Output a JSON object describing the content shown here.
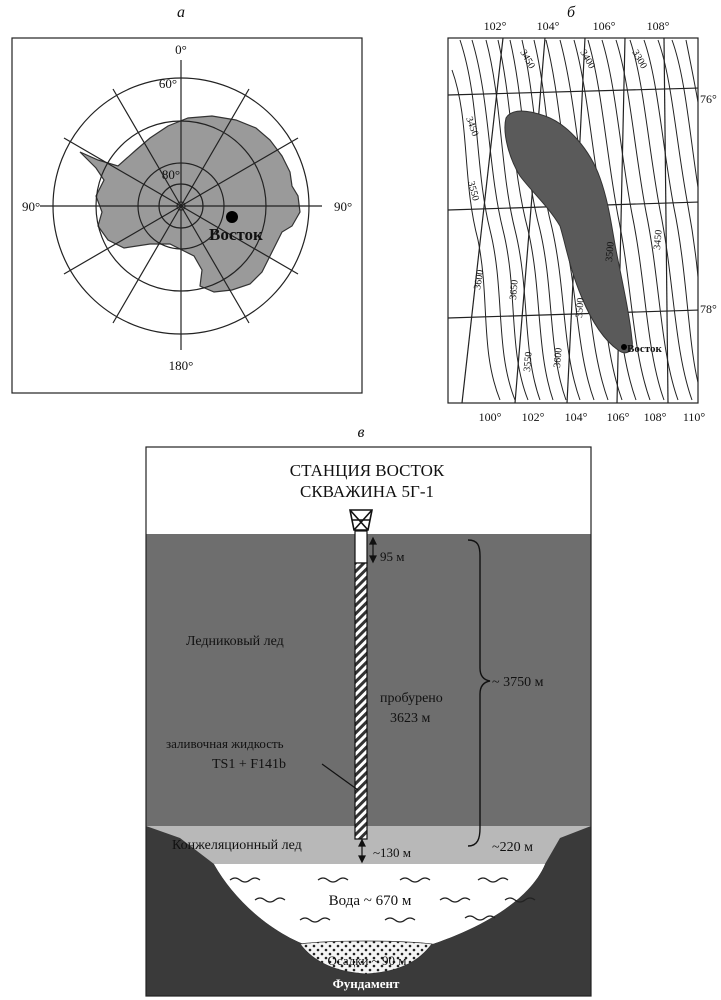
{
  "panel_a": {
    "letter": "а",
    "meridians": {
      "top": "0°",
      "left": "90°",
      "right": "90°",
      "bottom": "180°"
    },
    "latitudes": [
      "60°",
      "80°"
    ],
    "station": "Восток"
  },
  "panel_b": {
    "letter": "б",
    "top_longitudes": [
      "102°",
      "104°",
      "106°",
      "108°"
    ],
    "bottom_longitudes": [
      "100°",
      "102°",
      "104°",
      "106°",
      "108°",
      "110°"
    ],
    "latitudes": [
      "76°",
      "78°"
    ],
    "contours": [
      "3450",
      "3400",
      "3300",
      "3450",
      "3550",
      "3600",
      "3650",
      "3500",
      "3500",
      "3450",
      "3550",
      "3600"
    ],
    "station": "Восток"
  },
  "panel_c": {
    "letter": "в",
    "title_line1": "СТАНЦИЯ ВОСТОК",
    "title_line2": "СКВАЖИНА 5Г-1",
    "depth_95": "95 м",
    "glacier_ice": "Ледниковый лед",
    "drilled_line1": "пробурено",
    "drilled_line2": "3623 м",
    "total_ice": "~ 3750 м",
    "fluid_line1": "заливочная жидкость",
    "fluid_line2": "TS1 + F141b",
    "accretion_ice": "Конжеляционный лед",
    "depth_130": "~130 м",
    "depth_220": "~220 м",
    "water": "Вода ~ 670 м",
    "sediment": "Осадки ~ 90 м",
    "bedrock": "Фундамент"
  }
}
